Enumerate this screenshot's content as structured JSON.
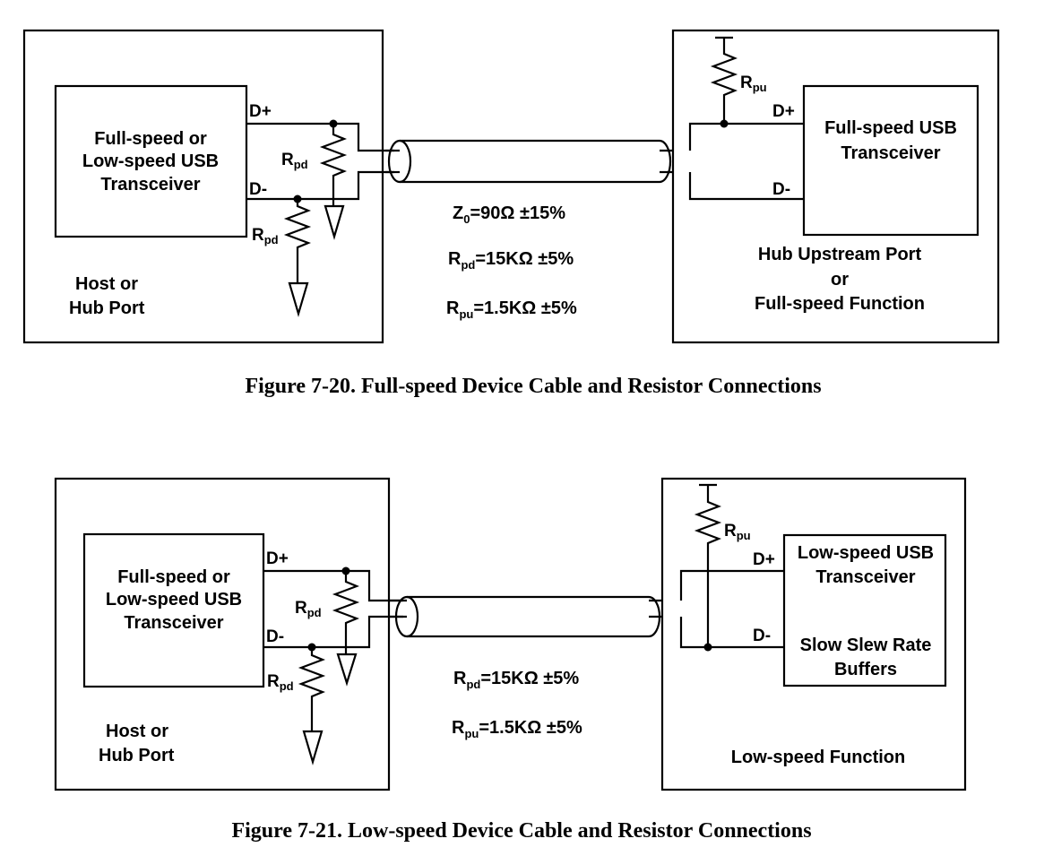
{
  "figure1": {
    "host_box_label": [
      "Host or",
      "Hub Port"
    ],
    "transceiver_label": [
      "Full-speed or",
      "Low-speed USB",
      "Transceiver"
    ],
    "d_plus": "D+",
    "d_minus": "D-",
    "rpd_main": "R",
    "rpd_sub": "pd",
    "rpu_main": "R",
    "rpu_sub": "pu",
    "spec_z0_main": "Z",
    "spec_z0_sub": "0",
    "spec_z0_rest": "=90Ω ±15%",
    "spec_rpd_rest": "=15KΩ ±5%",
    "spec_rpu_rest": "=1.5KΩ ±5%",
    "device_transceiver_label": [
      "Full-speed USB",
      "Transceiver"
    ],
    "device_box_label": [
      "Hub Upstream Port",
      "or",
      "Full-speed Function"
    ],
    "caption": "Figure 7-20.  Full-speed Device Cable and Resistor Connections"
  },
  "figure2": {
    "host_box_label": [
      "Host or",
      "Hub Port"
    ],
    "transceiver_label": [
      "Full-speed or",
      "Low-speed USB",
      "Transceiver"
    ],
    "d_plus": "D+",
    "d_minus": "D-",
    "rpd_main": "R",
    "rpd_sub": "pd",
    "rpu_main": "R",
    "rpu_sub": "pu",
    "spec_rpd_rest": "=15KΩ ±5%",
    "spec_rpu_rest": "=1.5KΩ ±5%",
    "device_transceiver_label": [
      "Low-speed USB",
      "Transceiver"
    ],
    "device_buffers_label": [
      "Slow Slew Rate",
      "Buffers"
    ],
    "device_box_label": [
      "Low-speed Function"
    ],
    "caption": "Figure 7-21.  Low-speed Device Cable and Resistor Connections"
  }
}
